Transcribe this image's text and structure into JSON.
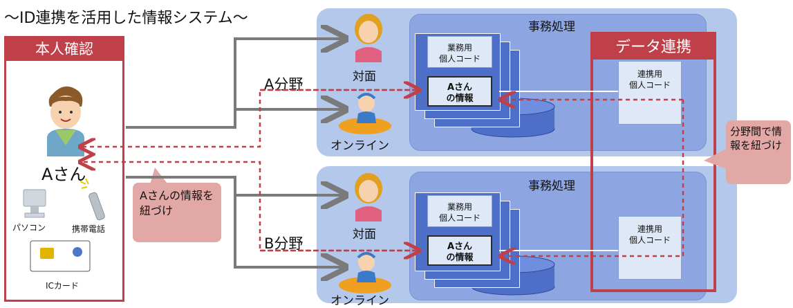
{
  "title": "～ID連携を活用した情報システム～",
  "identity": {
    "header": "本人確認",
    "person": "Aさん",
    "pc": "パソコン",
    "phone": "携帯電話",
    "card": "ICカード",
    "callout": "Aさんの情報を紐づけ"
  },
  "fields": [
    {
      "label": "A分野",
      "office_title": "事務処理",
      "counter": "対面",
      "online": "オンライン",
      "business_code": "業務用\n個人コード",
      "person_info": "Aさん\nの情報",
      "link_code": "連携用\n個人コード"
    },
    {
      "label": "B分野",
      "office_title": "事務処理",
      "counter": "対面",
      "online": "オンライン",
      "business_code": "業務用\n個人コード",
      "person_info": "Aさん\nの情報",
      "link_code": "連携用\n個人コード"
    }
  ],
  "data_link": {
    "header": "データ連携",
    "callout": "分野間で情報を紐づけ"
  },
  "colors": {
    "accent_red": "#c0404a",
    "section_bg": "#b4c8ec",
    "inner_bg": "#8da5e0",
    "stack_blue": "#4e6fc8",
    "callout_pink": "#e2a8a6",
    "arrow_gray": "#7a7a7a"
  }
}
